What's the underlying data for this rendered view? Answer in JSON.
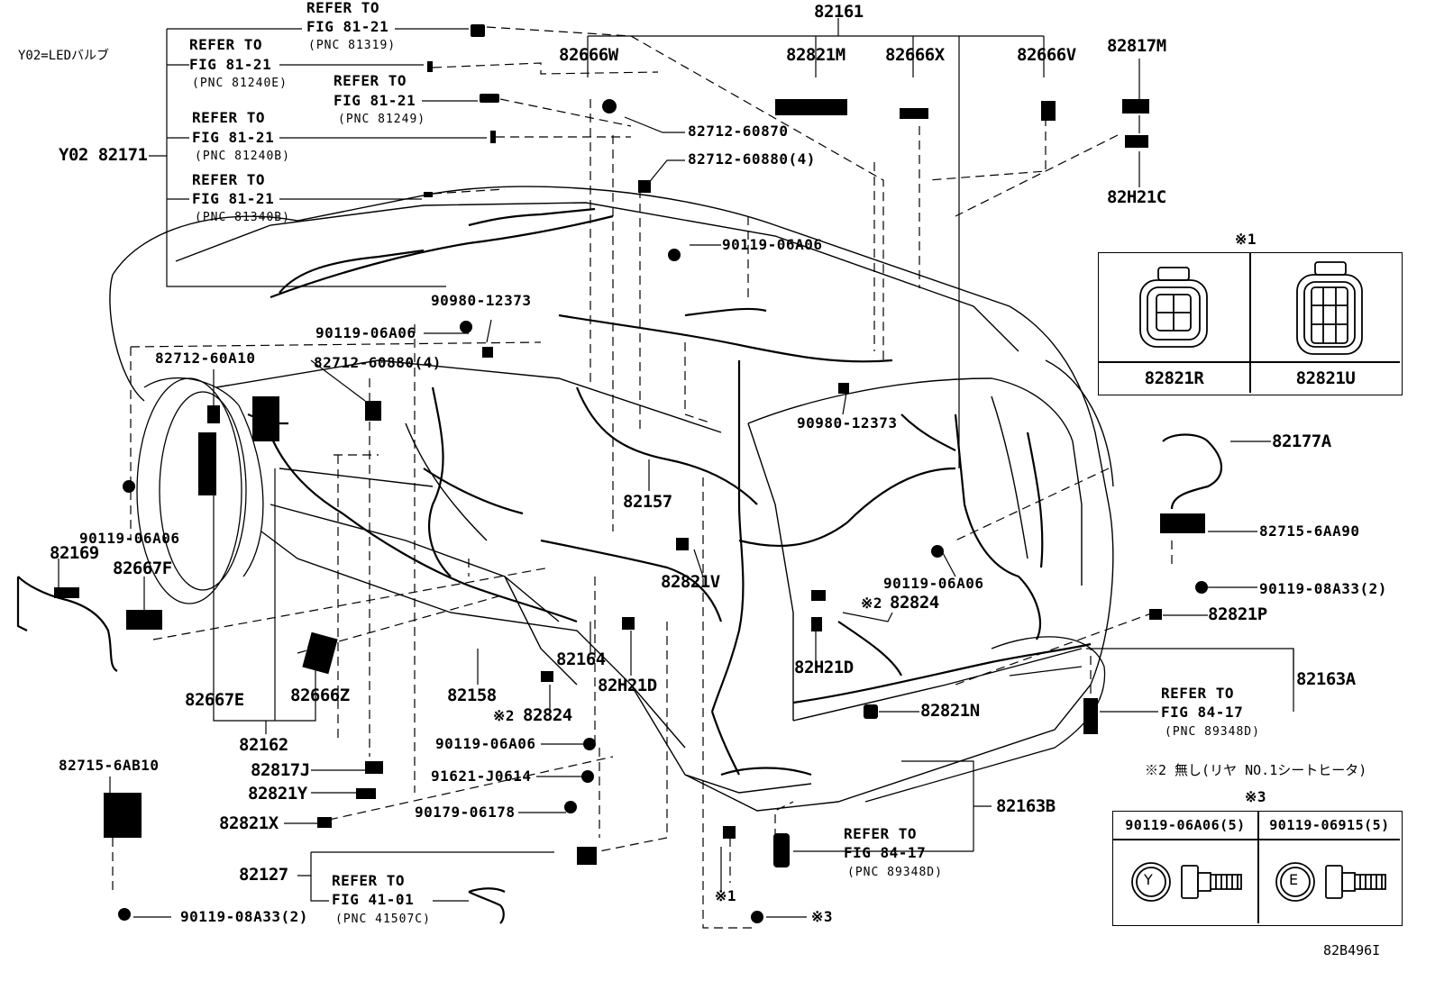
{
  "legend_note": "Y02=LEDバルブ",
  "drawing_code": "82B496I",
  "part_labels": {
    "p82161": "82161",
    "p82666W": "82666W",
    "p82821M": "82821M",
    "p82666X": "82666X",
    "p82666V": "82666V",
    "p82817M": "82817M",
    "p82H21C_top": "82H21C",
    "p82171": "Y02 82171",
    "p82712_60870": "82712-60870",
    "p82712_60880_a": "82712-60880(4)",
    "p90119_06A06_a": "90119-06A06",
    "p90980_12373_a": "90980-12373",
    "p90119_06A06_b": "90119-06A06",
    "p82712_60A10": "82712-60A10",
    "p82712_60880_b": "82712-60880(4)",
    "p90980_12373_b": "90980-12373",
    "p82177A": "82177A",
    "p82715_6AA90": "82715-6AA90",
    "p90119_08A33_a": "90119-08A33(2)",
    "p82821P": "82821P",
    "p82157": "82157",
    "p82821V": "82821V",
    "p90119_06A06_c": "90119-06A06",
    "p82824_a": "82824",
    "p90119_06A06_d": "90119-06A06",
    "p82169": "82169",
    "p82667F": "82667F",
    "p82164": "82164",
    "p82H21D_a": "82H21D",
    "p82H21D_b": "82H21D",
    "p82158": "82158",
    "p82824_b": "82824",
    "p82667E": "82667E",
    "p82666Z": "82666Z",
    "p82162": "82162",
    "p82821N": "82821N",
    "p82163A": "82163A",
    "p82163B": "82163B",
    "p90119_06A06_e": "90119-06A06",
    "p82817J": "82817J",
    "p91621_J0614": "91621-J0614",
    "p82821Y": "82821Y",
    "p90179_06178": "90179-06178",
    "p82821X": "82821X",
    "p82715_6AB10": "82715-6AB10",
    "p82127": "82127",
    "p90119_08A33_b": "90119-08A33(2)"
  },
  "markers": {
    "m2_a": "※2",
    "m2_b": "※2",
    "m1": "※1",
    "m3": "※3"
  },
  "refer_blocks": [
    {
      "refer": "REFER TO",
      "fig": "FIG 81-21",
      "pnc": "(PNC 81319)"
    },
    {
      "refer": "REFER TO",
      "fig": "FIG 81-21",
      "pnc": "(PNC 81240E)"
    },
    {
      "refer": "REFER TO",
      "fig": "FIG 81-21",
      "pnc": "(PNC 81249)"
    },
    {
      "refer": "REFER TO",
      "fig": "FIG 81-21",
      "pnc": "(PNC 81240B)"
    },
    {
      "refer": "REFER TO",
      "fig": "FIG 81-21",
      "pnc": "(PNC 81340B)"
    },
    {
      "refer": "REFER TO",
      "fig": "FIG 84-17",
      "pnc": "(PNC 89348D)"
    },
    {
      "refer": "REFER TO",
      "fig": "FIG 84-17",
      "pnc": "(PNC 89348D)"
    },
    {
      "refer": "REFER TO",
      "fig": "FIG 41-01",
      "pnc": "(PNC 41507C)"
    }
  ],
  "inset_connectors": {
    "marker": "※1",
    "left_part": "82821R",
    "right_part": "82821U"
  },
  "note_2": "※2 無し(リヤ NO.1シートヒータ)",
  "inset_bolts": {
    "marker": "※3",
    "left_part": "90119-06A06(5)",
    "right_part": "90119-06915(5)",
    "left_symbol": "Y",
    "right_symbol": "E"
  }
}
